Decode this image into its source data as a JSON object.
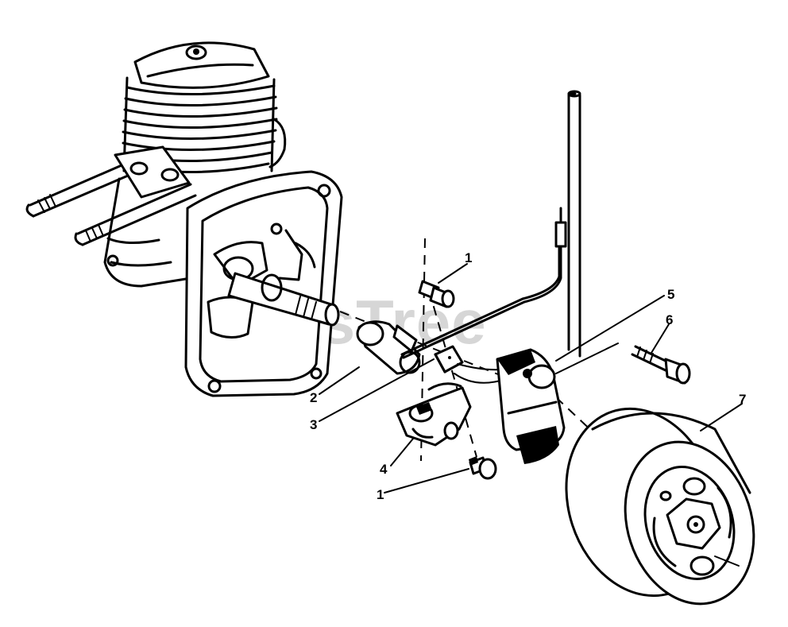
{
  "watermark": {
    "text": "PartsTree",
    "color": "#d6d6d6"
  },
  "callouts": [
    {
      "id": "callout-1-upper",
      "label": "1"
    },
    {
      "id": "callout-2",
      "label": "2"
    },
    {
      "id": "callout-3",
      "label": "3"
    },
    {
      "id": "callout-4",
      "label": "4"
    },
    {
      "id": "callout-1-lower",
      "label": "1"
    },
    {
      "id": "callout-5",
      "label": "5"
    },
    {
      "id": "callout-6",
      "label": "6"
    },
    {
      "id": "callout-7",
      "label": "7"
    }
  ]
}
